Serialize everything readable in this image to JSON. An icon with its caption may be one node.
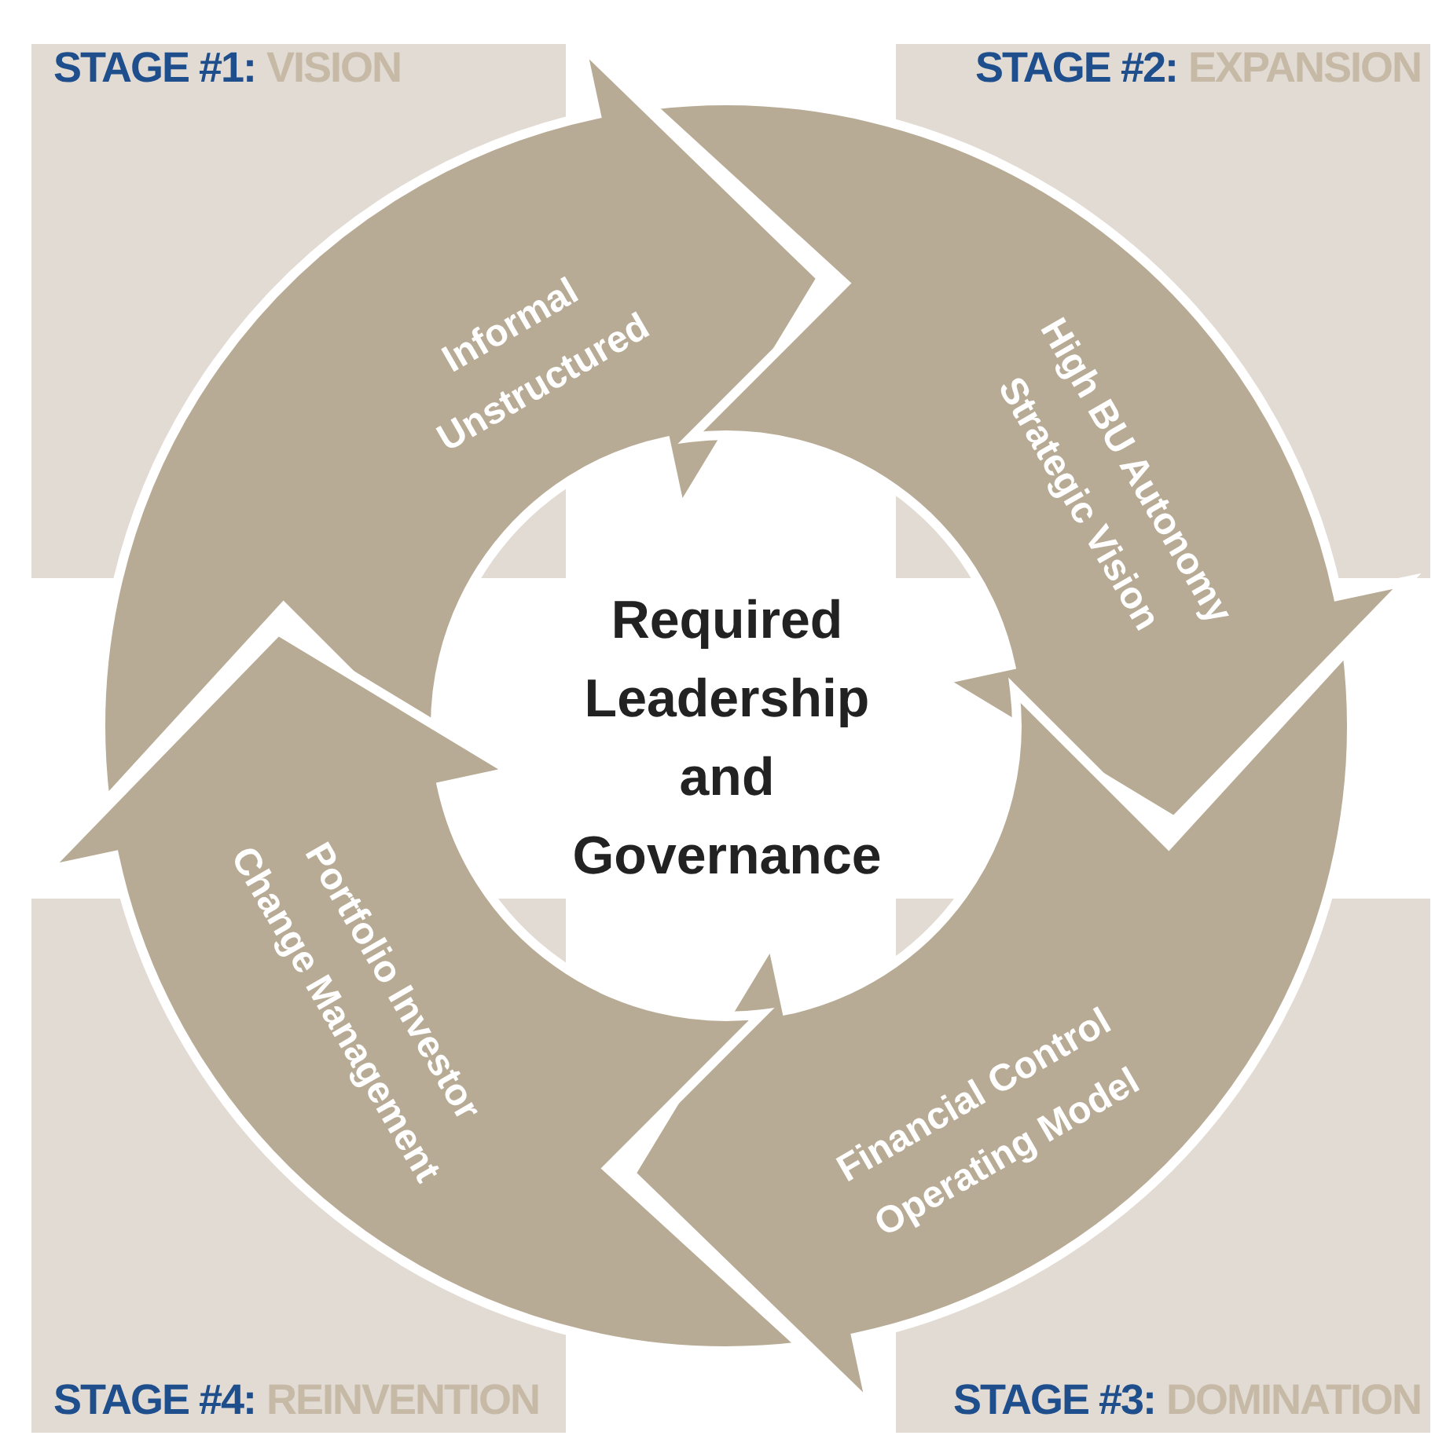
{
  "diagram": {
    "nodes": [
      {
        "text": [
          "Informal",
          "Unstructured"
        ]
      },
      {
        "text": [
          "High BU Autonomy",
          "Strategic Vision"
        ]
      },
      {
        "text": [
          "Financial Control",
          "Operating Model"
        ]
      },
      {
        "text": [
          "Portfolio Investor",
          "Change Management"
        ]
      },
      {
        "text": [
          "Required Leadership and Governance"
        ]
      }
    ],
    "labels": [
      "STAGE #1:",
      "VISION",
      "STAGE #2:",
      "EXPANSION",
      "STAGE #4:",
      "REINVENTION",
      "STAGE #3:",
      "DOMINATION"
    ]
  }
}
